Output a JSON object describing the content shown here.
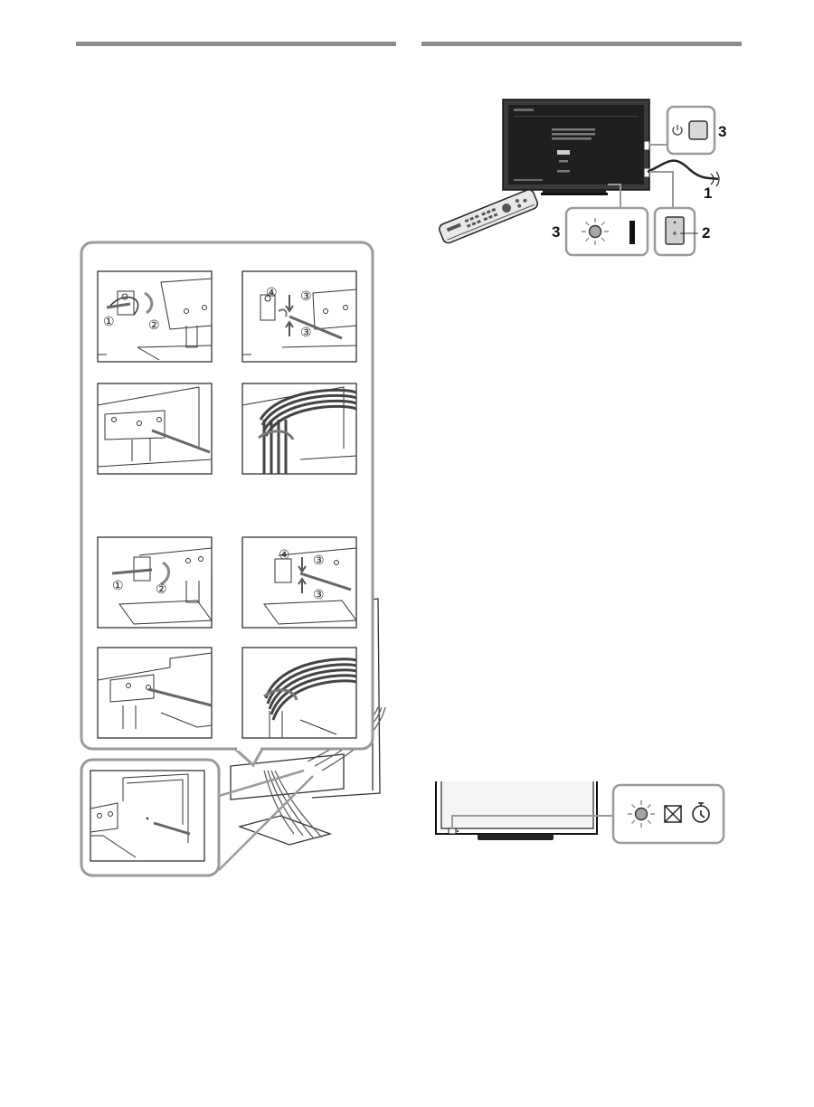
{
  "left_illustration": {
    "step_numbers": [
      "①",
      "②",
      "③",
      "④"
    ]
  },
  "right_illustration": {
    "callouts": [
      "3",
      "1",
      "3",
      "2"
    ],
    "power_icon": "power-icon",
    "led_icon": "led-blink-icon",
    "picture_off_icon": "picture-off-icon",
    "timer_icon": "timer-icon"
  },
  "colors": {
    "rule": "#8c8c8c",
    "panel_border": "#9a9a9a",
    "screen": "#1f1f1f"
  }
}
